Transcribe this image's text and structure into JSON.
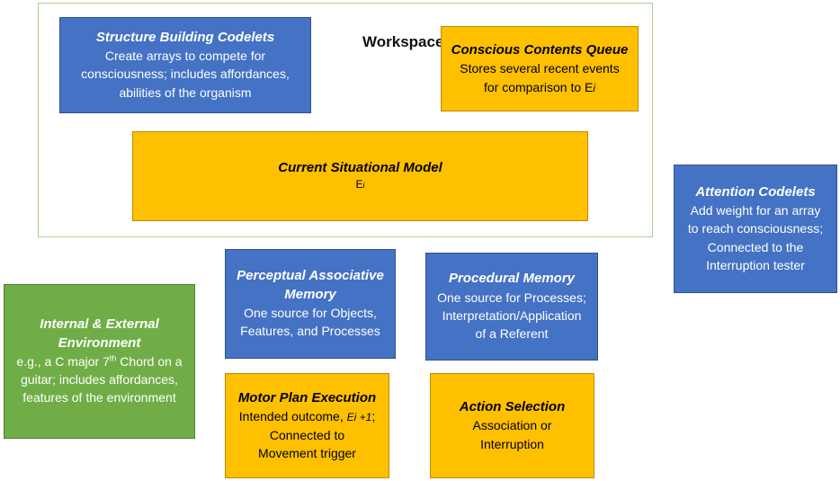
{
  "workspace": {
    "label": "Workspace"
  },
  "structure_building": {
    "title": "Structure Building Codelets",
    "line1": "Create arrays to compete for",
    "line2": "consciousness; includes affordances,",
    "line3": "abilities of the organism"
  },
  "conscious_contents": {
    "title": "Conscious Contents Queue",
    "line1": "Stores several recent events",
    "line2": "for comparison to E",
    "sub": "i"
  },
  "situational_model": {
    "title": "Current Situational Model",
    "e": "E",
    "sub": "i"
  },
  "attention": {
    "title": "Attention Codelets",
    "line1": "Add weight for an array",
    "line2": "to reach consciousness;",
    "line3": "Connected to the",
    "line4": "Interruption tester"
  },
  "perceptual": {
    "title1": "Perceptual Associative",
    "title2": "Memory",
    "line1": "One source for Objects,",
    "line2": "Features, and Processes"
  },
  "procedural": {
    "title": "Procedural Memory",
    "line1": "One source for Processes;",
    "line2": "Interpretation/Application",
    "line3": "of a Referent"
  },
  "environment": {
    "title1": "Internal & External",
    "title2": "Environment",
    "line1_pre": "e.g., a C major 7",
    "line1_sup": "th",
    "line1_post": " Chord on a",
    "line2": "guitar; includes affordances,",
    "line3": "features  of the environment"
  },
  "motor_plan": {
    "title": "Motor Plan Execution",
    "line1_pre": "Intended outcome, ",
    "e": "Ei +1",
    "line1_post": ";",
    "line2": "Connected to",
    "line3": "Movement trigger"
  },
  "action_selection": {
    "title": "Action Selection",
    "line1": "Association or",
    "line2": "Interruption"
  },
  "colors": {
    "blue": "#4472c4",
    "orange": "#ffc000",
    "green": "#70ad47",
    "workspace_border": "#a9d08e"
  }
}
